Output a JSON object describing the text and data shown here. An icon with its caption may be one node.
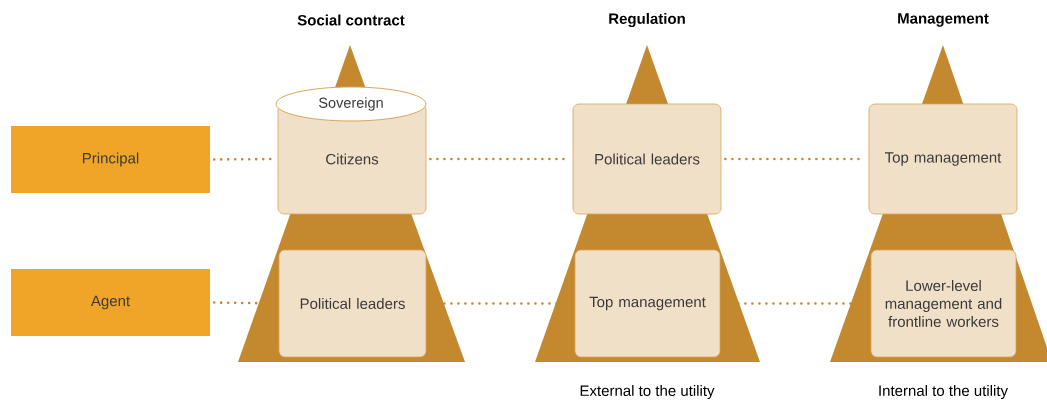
{
  "diagram": {
    "nodes": [
      {
        "text": [
          "Principal"
        ]
      },
      {
        "text": [
          "Agent"
        ]
      },
      {
        "text": [
          "Sovereign"
        ]
      },
      {
        "text": [
          "Citizens"
        ]
      },
      {
        "text": [
          "Political leaders"
        ]
      },
      {
        "text": [
          "Political leaders"
        ]
      },
      {
        "text": [
          "Top management"
        ]
      },
      {
        "text": [
          "Top management"
        ]
      },
      {
        "text": [
          "Lower-level management and frontline workers"
        ]
      }
    ],
    "edges": [
      {
        "from": 0,
        "to": 3,
        "arrow": "none"
      },
      {
        "from": 3,
        "to": 5,
        "arrow": "none"
      },
      {
        "from": 5,
        "to": 7,
        "arrow": "none"
      },
      {
        "from": 1,
        "to": 4,
        "arrow": "none"
      },
      {
        "from": 4,
        "to": 6,
        "arrow": "none"
      },
      {
        "from": 6,
        "to": 8,
        "arrow": "none"
      }
    ],
    "labels": [
      "Social contract",
      "Regulation",
      "Management",
      "External to the utility",
      "Internal to the utility"
    ]
  }
}
